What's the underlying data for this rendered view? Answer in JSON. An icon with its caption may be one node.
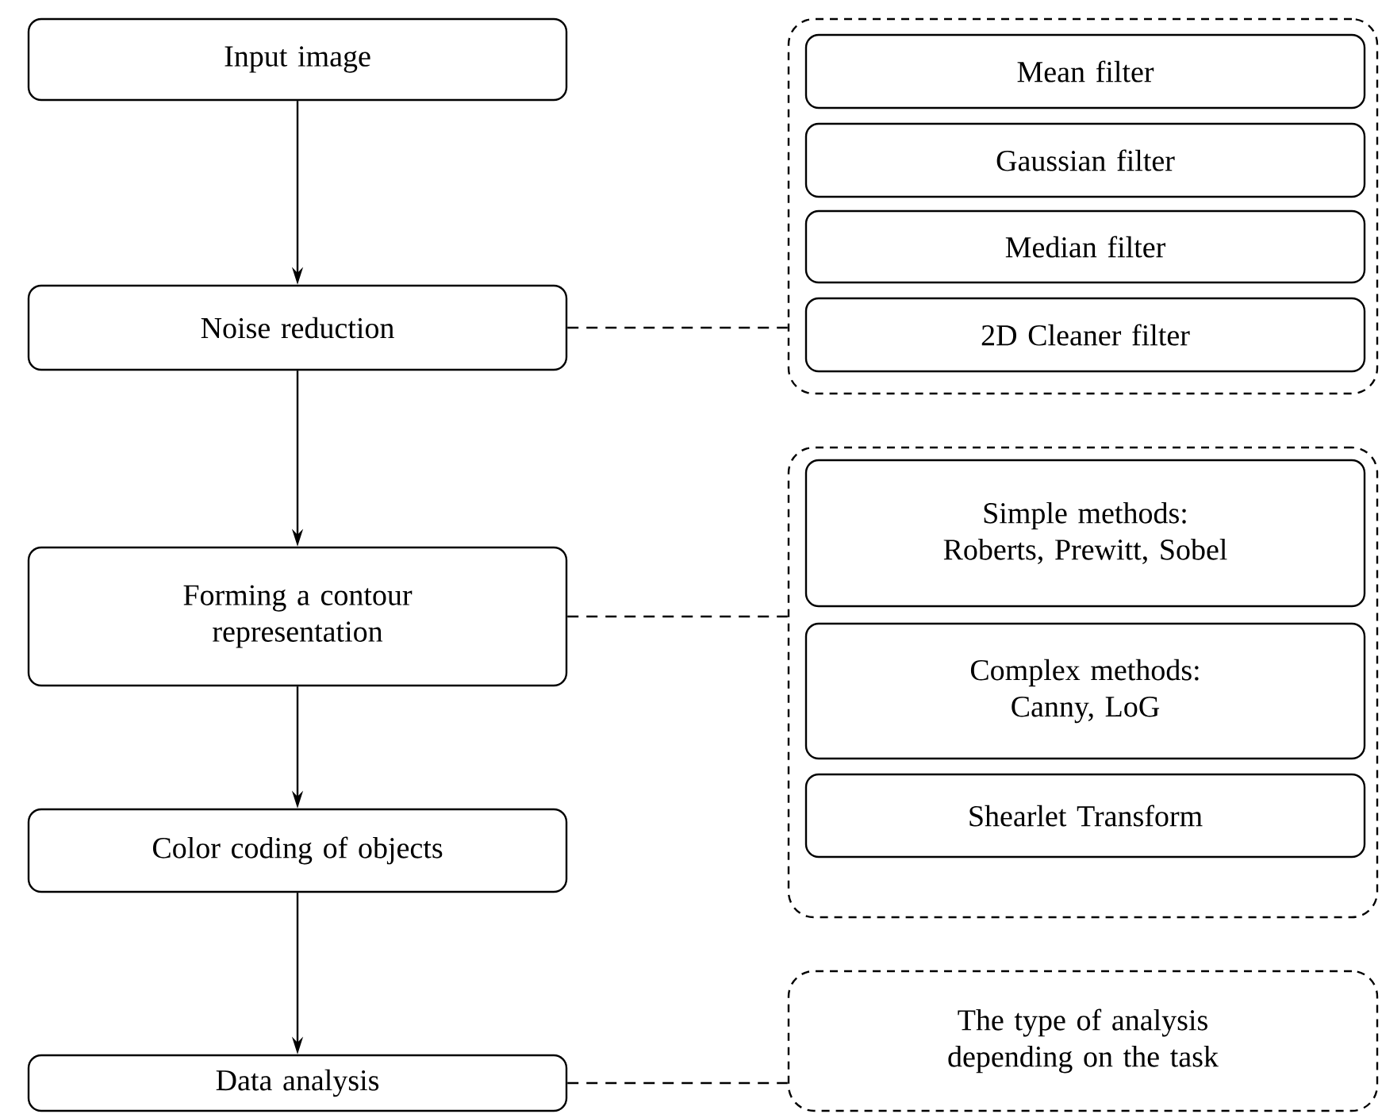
{
  "diagram": {
    "nodes": [
      {
        "text": [
          "Input image"
        ]
      },
      {
        "text": [
          "Noise reduction"
        ]
      },
      {
        "text": [
          "Forming a contour representation"
        ]
      },
      {
        "text": [
          "Color coding of objects"
        ]
      },
      {
        "text": [
          "Data analysis"
        ]
      },
      {
        "text": [],
        "shape": "box"
      },
      {
        "text": [
          "Mean filter"
        ],
        "in": 5
      },
      {
        "text": [
          "Gaussian filter"
        ],
        "in": 5
      },
      {
        "text": [
          "Median filter"
        ],
        "in": 5
      },
      {
        "text": [
          "2D Cleaner filter"
        ],
        "in": 5
      },
      {
        "text": [],
        "shape": "box"
      },
      {
        "text": [
          "Simple methods: Roberts, Prewitt, Sobel"
        ],
        "in": 10
      },
      {
        "text": [
          "Complex methods: Canny, LoG"
        ],
        "in": 10
      },
      {
        "text": [
          "Shearlet Transform"
        ],
        "in": 10
      },
      {
        "text": [
          "The type of analysis depending on the task"
        ]
      }
    ],
    "edges": [
      {
        "from": 0,
        "to": 1,
        "arrow": "to"
      },
      {
        "from": 1,
        "to": 2,
        "arrow": "to"
      },
      {
        "from": 2,
        "to": 3,
        "arrow": "to"
      },
      {
        "from": 3,
        "to": 4,
        "arrow": "to"
      },
      {
        "from": 1,
        "to": 5,
        "arrow": "none",
        "style": "dashed"
      },
      {
        "from": 2,
        "to": 10,
        "arrow": "none",
        "style": "dashed"
      },
      {
        "from": 4,
        "to": 14,
        "arrow": "none",
        "style": "dashed"
      }
    ]
  }
}
